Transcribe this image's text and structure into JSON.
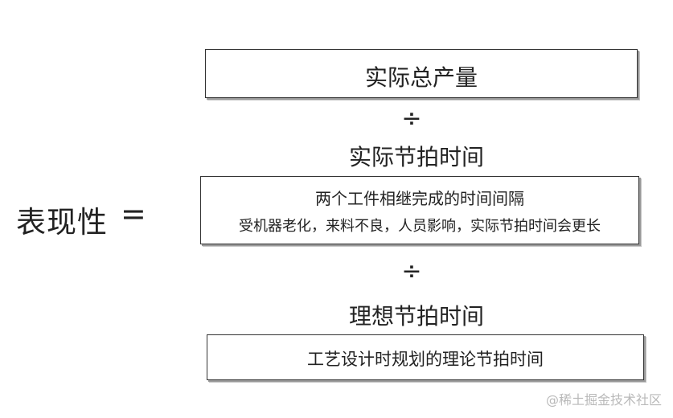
{
  "left": {
    "label": "表现性",
    "equals": "="
  },
  "numerator": {
    "text": "实际总产量"
  },
  "divide_1": "÷",
  "actual_cycle": {
    "heading": "实际节拍时间",
    "line1": "两个工件相继完成的时间间隔",
    "line2": "受机器老化，来料不良，人员影响，实际节拍时间会更长"
  },
  "divide_2": "÷",
  "ideal_cycle": {
    "heading": "理想节拍时间",
    "text": "工艺设计时规划的理论节拍时间"
  },
  "watermark": "@稀土掘金技术社区"
}
